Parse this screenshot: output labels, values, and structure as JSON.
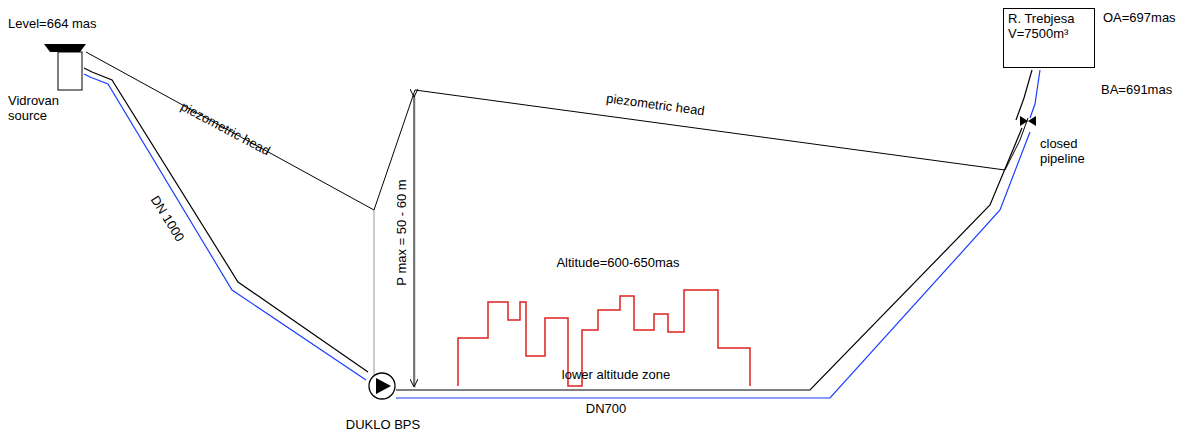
{
  "diagram": {
    "nodes": [
      {
        "text": [
          "R. Trebjesa",
          "V=7500m³"
        ]
      }
    ],
    "labels": [
      "Level=664 mas",
      "Vidrovan source",
      "piezometric head",
      "piezometric head",
      "DN 1000",
      "P max = 50 - 60 m",
      "Altitude=600-650mas",
      "lower altitude zone",
      "DN700",
      "DUKLO BPS",
      "OA=697mas",
      "BA=691mas",
      "closed pipeline"
    ]
  }
}
